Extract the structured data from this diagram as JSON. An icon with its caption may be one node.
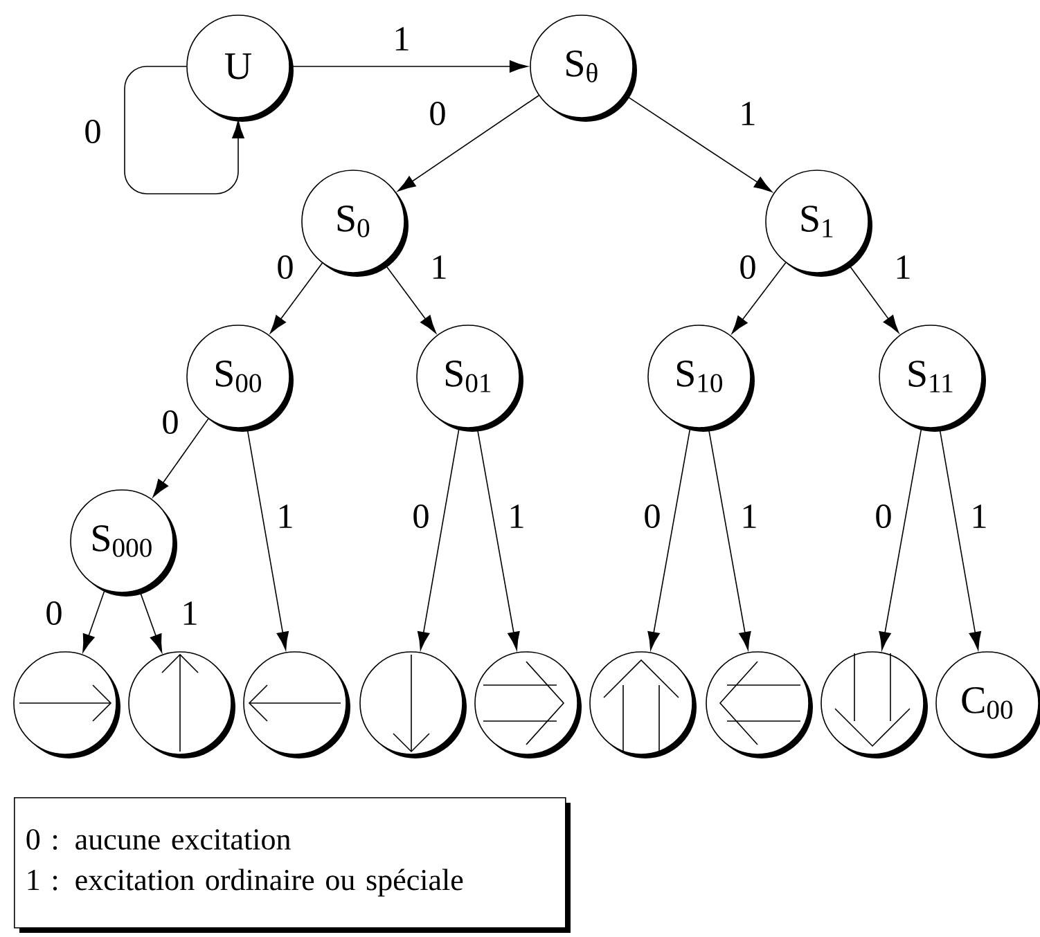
{
  "diagram": {
    "nodes": [
      {
        "text": [
          "U"
        ]
      },
      {
        "text": [
          "S$_{θ}$"
        ]
      },
      {
        "text": [
          "S$_{0}$"
        ]
      },
      {
        "text": [
          "S$_{1}$"
        ]
      },
      {
        "text": [
          "S$_{00}$"
        ]
      },
      {
        "text": [
          "S$_{01}$"
        ]
      },
      {
        "text": [
          "S$_{10}$"
        ]
      },
      {
        "text": [
          "S$_{11}$"
        ]
      },
      {
        "text": [
          "S$_{000}$"
        ]
      },
      {
        "text": [],
        "shape": "picture"
      },
      {
        "text": [],
        "shape": "picture"
      },
      {
        "text": [],
        "shape": "picture"
      },
      {
        "text": [],
        "shape": "picture"
      },
      {
        "text": [],
        "shape": "picture"
      },
      {
        "text": [],
        "shape": "picture"
      },
      {
        "text": [],
        "shape": "picture"
      },
      {
        "text": [],
        "shape": "picture"
      },
      {
        "text": [
          "C$_{00}$"
        ]
      },
      {
        "text": [
          "0 : aucune excitation",
          "1 : excitation ordinaire ou spéciale"
        ]
      }
    ],
    "edges": [
      {
        "from": 0,
        "to": 0,
        "arrow": "to",
        "label": "0"
      },
      {
        "from": 0,
        "to": 1,
        "arrow": "to",
        "label": "1"
      },
      {
        "from": 1,
        "to": 2,
        "arrow": "to",
        "label": "0"
      },
      {
        "from": 1,
        "to": 3,
        "arrow": "to",
        "label": "1"
      },
      {
        "from": 2,
        "to": 4,
        "arrow": "to",
        "label": "0"
      },
      {
        "from": 2,
        "to": 5,
        "arrow": "to",
        "label": "1"
      },
      {
        "from": 3,
        "to": 6,
        "arrow": "to",
        "label": "0"
      },
      {
        "from": 3,
        "to": 7,
        "arrow": "to",
        "label": "1"
      },
      {
        "from": 4,
        "to": 8,
        "arrow": "to",
        "label": "0"
      },
      {
        "from": 4,
        "to": 11,
        "arrow": "to",
        "label": "1"
      },
      {
        "from": 5,
        "to": 12,
        "arrow": "to",
        "label": "0"
      },
      {
        "from": 5,
        "to": 13,
        "arrow": "to",
        "label": "1"
      },
      {
        "from": 6,
        "to": 14,
        "arrow": "to",
        "label": "0"
      },
      {
        "from": 6,
        "to": 15,
        "arrow": "to",
        "label": "1"
      },
      {
        "from": 7,
        "to": 16,
        "arrow": "to",
        "label": "0"
      },
      {
        "from": 7,
        "to": 17,
        "arrow": "to",
        "label": "1"
      },
      {
        "from": 8,
        "to": 9,
        "arrow": "to",
        "label": "0"
      },
      {
        "from": 8,
        "to": 10,
        "arrow": "to",
        "label": "1"
      }
    ]
  }
}
